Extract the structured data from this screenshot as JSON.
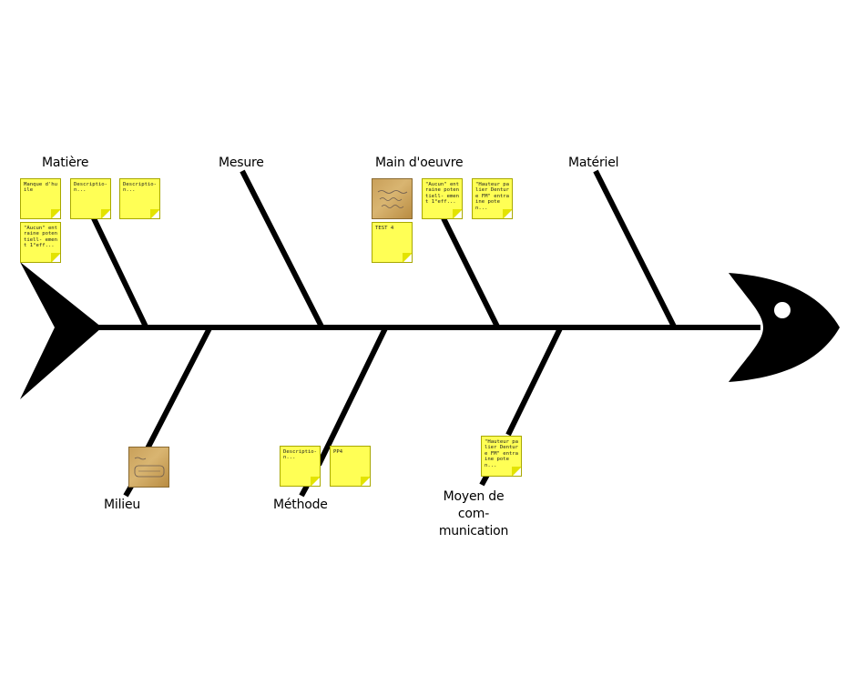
{
  "diagram": {
    "type": "ishikawa",
    "categories": {
      "matiere": "Matière",
      "mesure": "Mesure",
      "main_oeuvre": "Main d'oeuvre",
      "materiel": "Matériel",
      "milieu": "Milieu",
      "methode": "Méthode",
      "moyen_com": "Moyen de com- munication"
    },
    "notes": {
      "matiere_1": "Manque d'huile",
      "matiere_2": "Descriptio- n...",
      "matiere_3": "Descriptio- n...",
      "matiere_4": "\"Aucun\" entraine potentiell- ement 1°eff...",
      "main_1": "\"Aucun\" entraine potentiell- ement 1°eff...",
      "main_2": "\"Hauteur palier Denture FM\" entraine poten...",
      "main_3": "TEST 4",
      "methode_1": "Descriptio- n...",
      "methode_2": "PP4",
      "moyen_1": "\"Hauteur palier Denture FM\" entraine poten..."
    },
    "colors": {
      "note_fill": "#ffff55",
      "note_border": "#a8a800",
      "lines": "#000000"
    }
  }
}
